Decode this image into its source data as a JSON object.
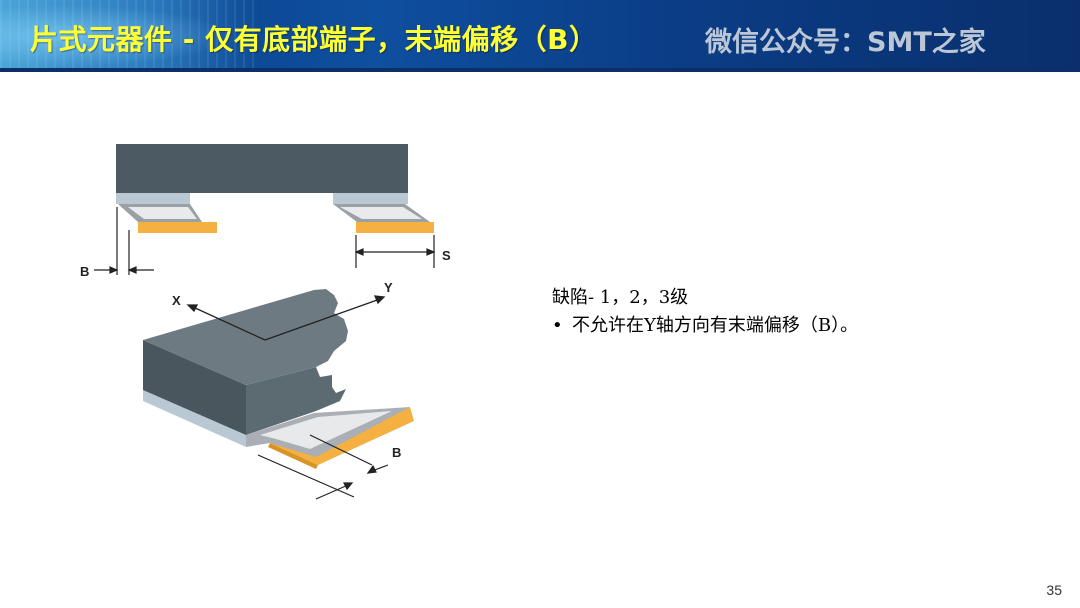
{
  "header": {
    "title": "片式元器件 - 仅有底部端子，末端偏移（B）",
    "wechat": "微信公众号：SMT之家"
  },
  "figure": {
    "labels": {
      "b_top": "B",
      "s": "S",
      "x_axis": "X",
      "y_axis": "Y",
      "b_bottom": "B"
    }
  },
  "content": {
    "heading": "缺陷- 1，2，3级",
    "bullets": [
      {
        "marker": "•",
        "text": "不允许在Y轴方向有末端偏移（B）。"
      }
    ]
  },
  "footer": {
    "page_number": "35"
  }
}
